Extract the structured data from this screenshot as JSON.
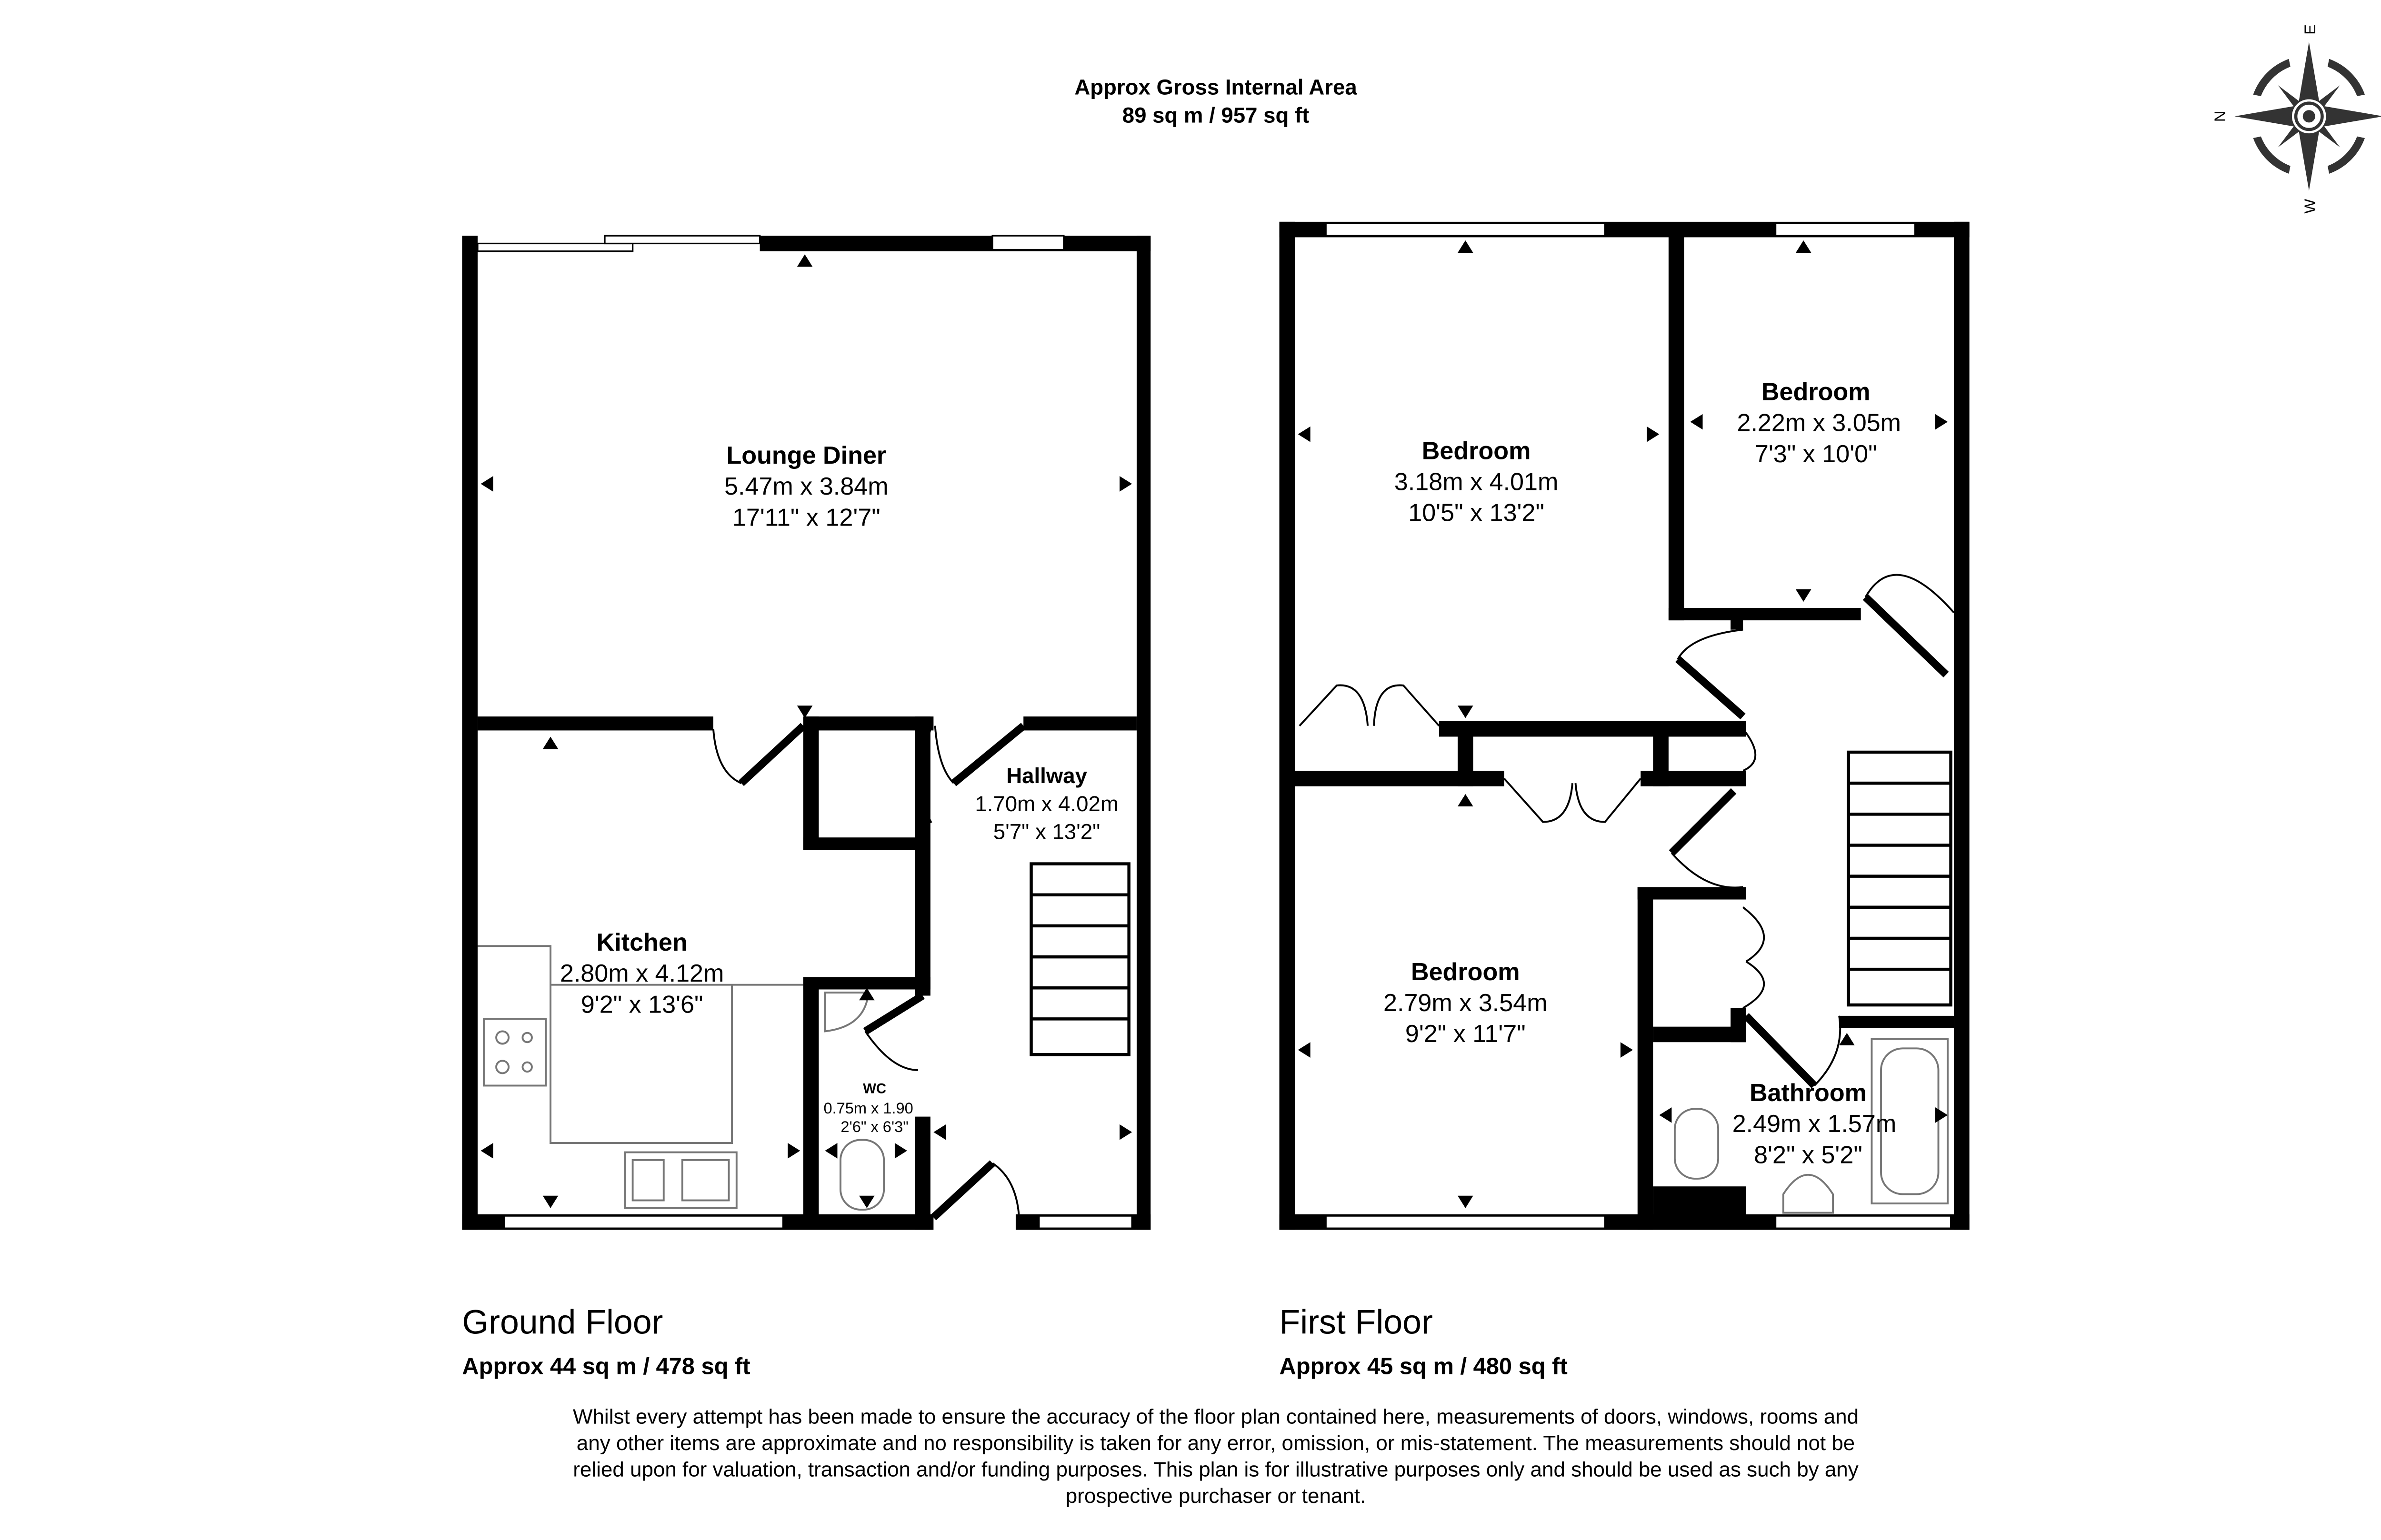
{
  "header": {
    "title": "Approx Gross Internal Area",
    "area": "89 sq m / 957 sq ft"
  },
  "compass": {
    "n": "N",
    "e": "E",
    "s": "S",
    "w": "W"
  },
  "ground_floor": {
    "name": "Ground Floor",
    "area": "Approx 44 sq m / 478 sq ft",
    "rooms": [
      {
        "name": "Lounge Diner",
        "metric": "5.47m x 3.84m",
        "imperial": "17'11\" x 12'7\""
      },
      {
        "name": "Kitchen",
        "metric": "2.80m x 4.12m",
        "imperial": "9'2\" x 13'6\""
      },
      {
        "name": "Hallway",
        "metric": "1.70m x 4.02m",
        "imperial": "5'7\" x 13'2\""
      },
      {
        "name": "WC",
        "metric": "0.75m x 1.90",
        "imperial": "2'6\" x 6'3\""
      }
    ]
  },
  "first_floor": {
    "name": "First Floor",
    "area": "Approx 45 sq m / 480 sq ft",
    "rooms": [
      {
        "name": "Bedroom",
        "metric": "3.18m x 4.01m",
        "imperial": "10'5\" x 13'2\""
      },
      {
        "name": "Bedroom",
        "metric": "2.22m x 3.05m",
        "imperial": "7'3\" x 10'0\""
      },
      {
        "name": "Bedroom",
        "metric": "2.79m x 3.54m",
        "imperial": "9'2\" x 11'7\""
      },
      {
        "name": "Bathroom",
        "metric": "2.49m x 1.57m",
        "imperial": "8'2\" x 5'2\""
      }
    ]
  },
  "disclaimer": [
    "Whilst every attempt has been made to ensure the accuracy of the floor plan contained here, measurements of doors, windows, rooms and",
    "any other items are approximate and no responsibility is taken for any error, omission, or mis-statement. The measurements should not be",
    "relied upon for valuation, transaction and/or funding purposes. This plan is for illustrative purposes only and should be used as such by any",
    "prospective purchaser or tenant."
  ]
}
